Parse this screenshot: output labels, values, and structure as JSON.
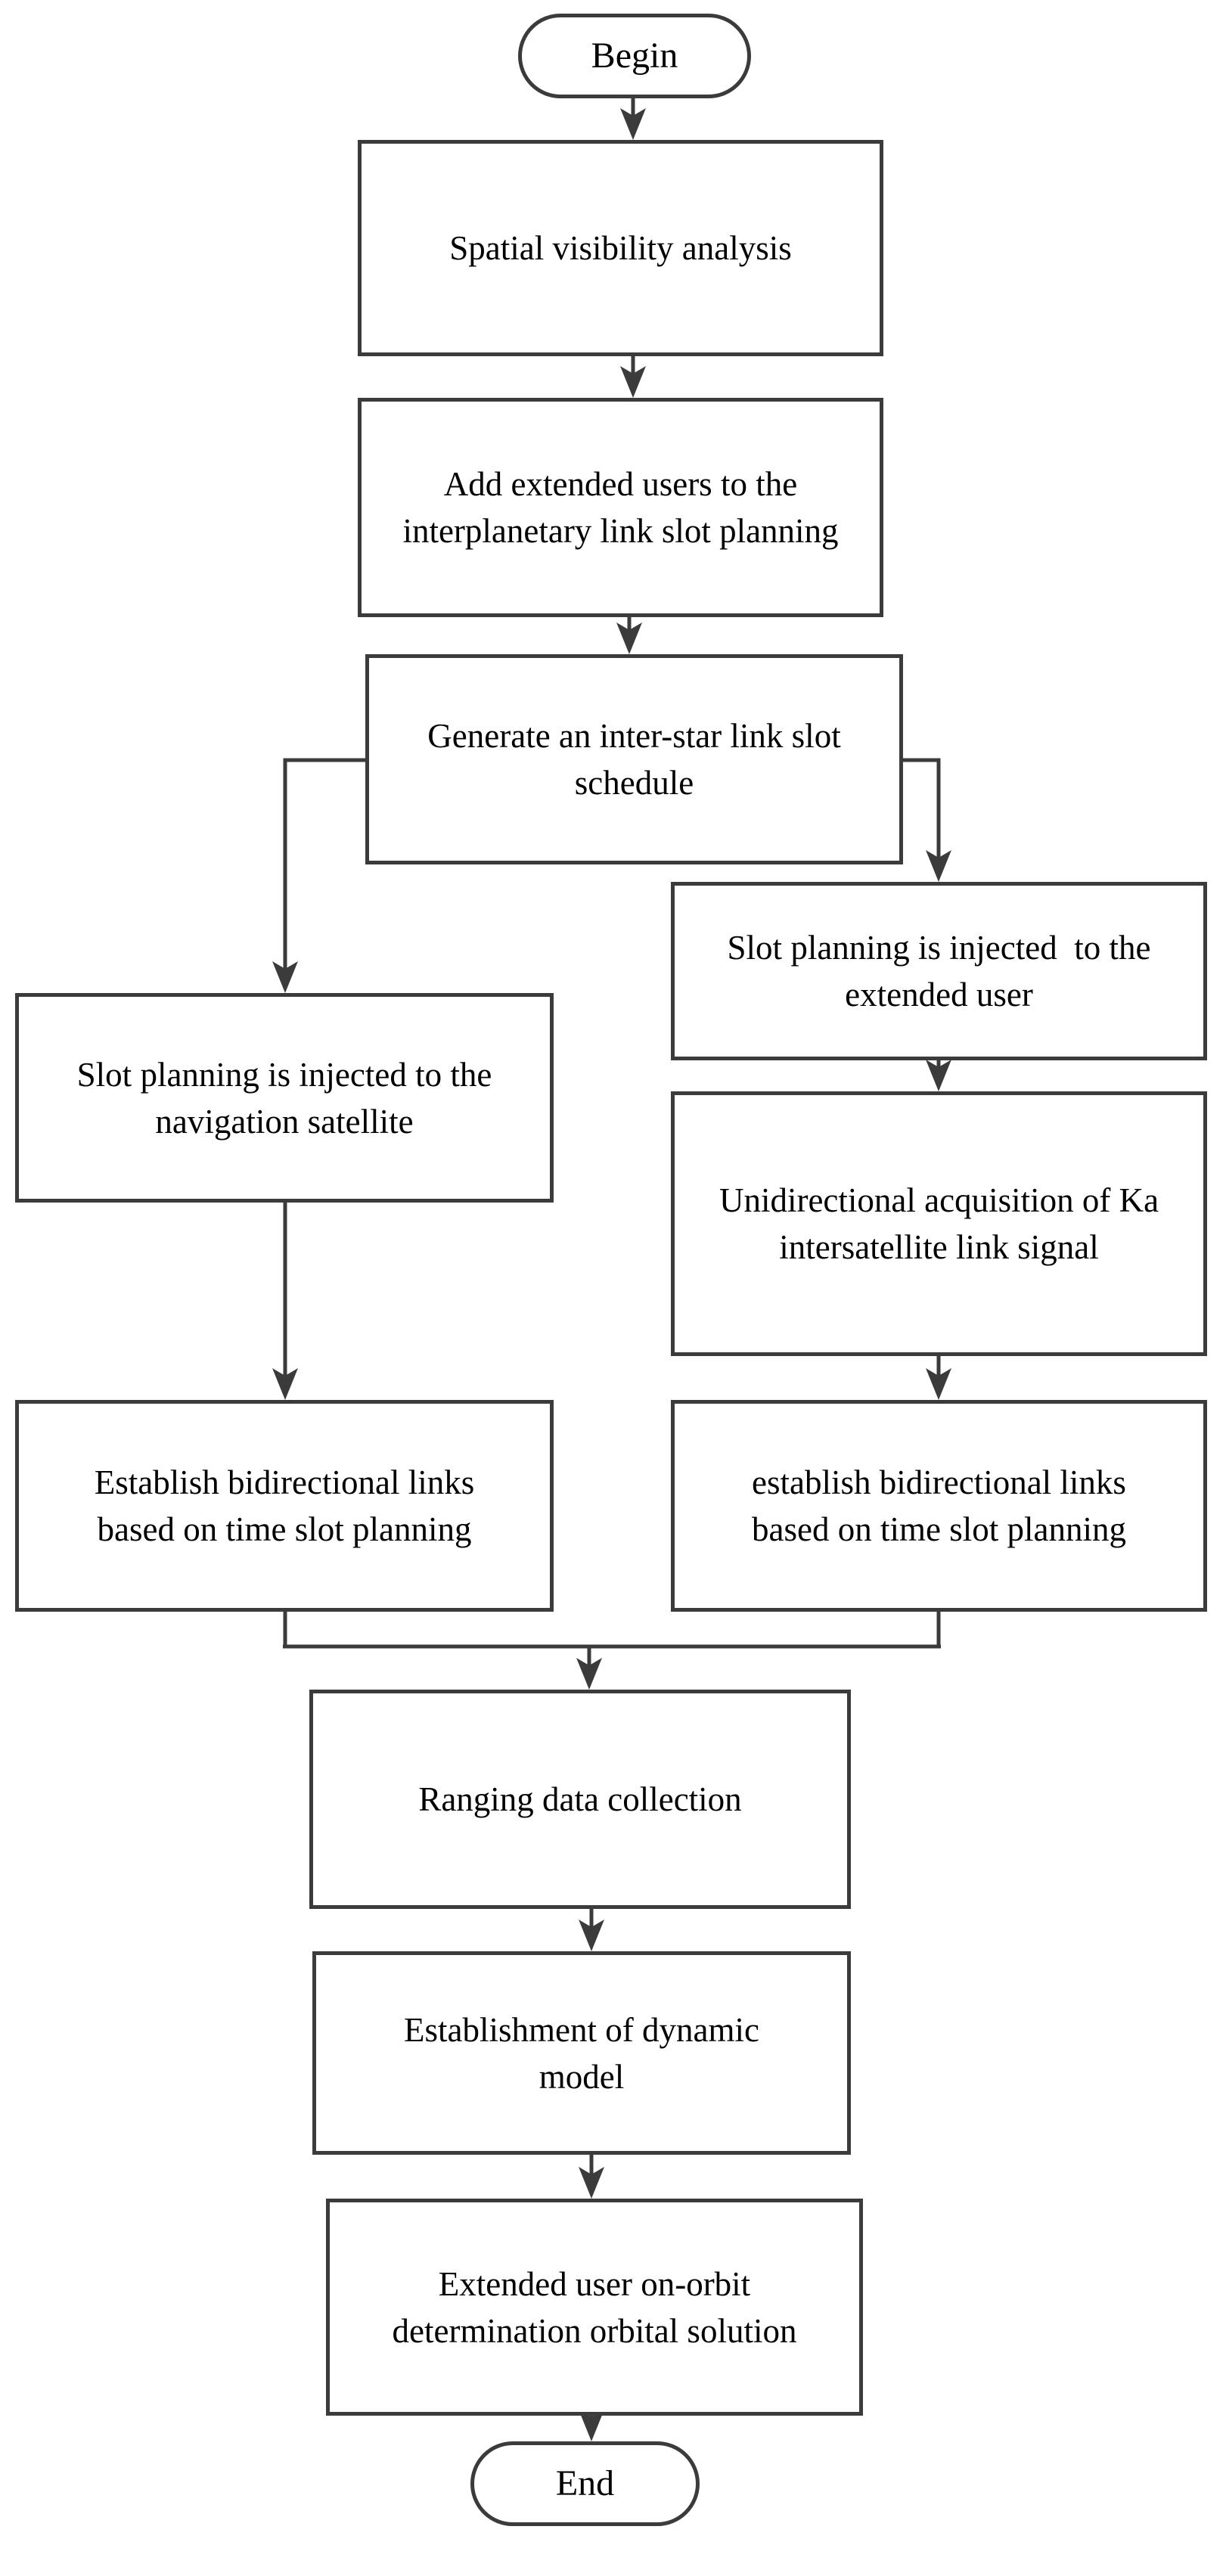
{
  "flowchart": {
    "colors": {
      "stroke": "#3b3b3b",
      "text": "#000000",
      "background": "#ffffff"
    },
    "nodes": [
      {
        "id": "begin",
        "type": "terminator",
        "label": "Begin"
      },
      {
        "id": "spatial-visibility-analysis",
        "type": "process",
        "label": "Spatial visibility analysis"
      },
      {
        "id": "add-extended-users",
        "type": "process",
        "label": "Add extended users to the\ninterplanetary link slot planning"
      },
      {
        "id": "generate-inter-star-link-slot-schedule",
        "type": "process",
        "label": "Generate an inter-star link slot\nschedule"
      },
      {
        "id": "slot-planning-injected-navigation-satellite",
        "type": "process",
        "label": "Slot planning is injected to the\nnavigation satellite"
      },
      {
        "id": "slot-planning-injected-extended-user",
        "type": "process",
        "label": "Slot planning is injected  to the\nextended user"
      },
      {
        "id": "unidirectional-acquisition-ka-signal",
        "type": "process",
        "label": "Unidirectional acquisition of Ka\nintersatellite link signal"
      },
      {
        "id": "establish-bidirectional-links-left",
        "type": "process",
        "label": "Establish bidirectional links\nbased on time slot planning"
      },
      {
        "id": "establish-bidirectional-links-right",
        "type": "process",
        "label": "establish bidirectional links\nbased on time slot planning"
      },
      {
        "id": "ranging-data-collection",
        "type": "process",
        "label": "Ranging data collection"
      },
      {
        "id": "establishment-dynamic-model",
        "type": "process",
        "label": "Establishment of dynamic\nmodel"
      },
      {
        "id": "extended-user-orbit-solution",
        "type": "process",
        "label": "Extended user on-orbit\ndetermination orbital solution"
      },
      {
        "id": "end",
        "type": "terminator",
        "label": "End"
      }
    ],
    "edges": [
      {
        "from": "begin",
        "to": "spatial-visibility-analysis"
      },
      {
        "from": "spatial-visibility-analysis",
        "to": "add-extended-users"
      },
      {
        "from": "add-extended-users",
        "to": "generate-inter-star-link-slot-schedule"
      },
      {
        "from": "generate-inter-star-link-slot-schedule",
        "to": "slot-planning-injected-navigation-satellite"
      },
      {
        "from": "generate-inter-star-link-slot-schedule",
        "to": "slot-planning-injected-extended-user"
      },
      {
        "from": "slot-planning-injected-navigation-satellite",
        "to": "establish-bidirectional-links-left"
      },
      {
        "from": "slot-planning-injected-extended-user",
        "to": "unidirectional-acquisition-ka-signal"
      },
      {
        "from": "unidirectional-acquisition-ka-signal",
        "to": "establish-bidirectional-links-right"
      },
      {
        "from": "establish-bidirectional-links-left",
        "to": "ranging-data-collection"
      },
      {
        "from": "establish-bidirectional-links-right",
        "to": "ranging-data-collection"
      },
      {
        "from": "ranging-data-collection",
        "to": "establishment-dynamic-model"
      },
      {
        "from": "establishment-dynamic-model",
        "to": "extended-user-orbit-solution"
      },
      {
        "from": "extended-user-orbit-solution",
        "to": "end"
      }
    ]
  }
}
